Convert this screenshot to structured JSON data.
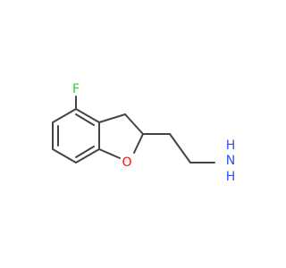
{
  "molecule": {
    "colors": {
      "bond": "#444444",
      "fluorine": "#33cc33",
      "oxygen": "#ff0d0d",
      "nitrogen": "#3050f8",
      "background": "#ffffff"
    },
    "labels": {
      "fluorine": "F",
      "oxygen": "O",
      "nitrogen_n": "N",
      "nitrogen_h": "H"
    }
  }
}
